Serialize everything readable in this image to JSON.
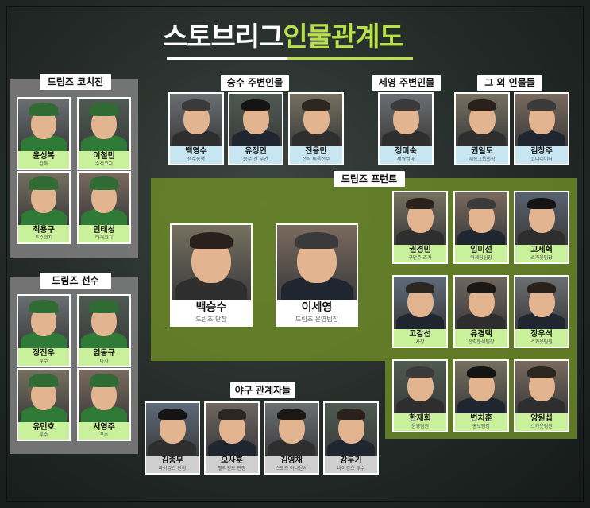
{
  "title": {
    "part1": "스토브리그",
    "part2": "인물관계도"
  },
  "colors": {
    "panel_grey": "#808080",
    "panel_green": "#6e8c28",
    "label_green": "#c9f09a",
    "label_blue": "#c7e6f2",
    "label_grey": "#cfcfcf",
    "accent": "#b8e04a"
  },
  "groups": {
    "coaches": {
      "header": "드림즈 코치진",
      "members": [
        {
          "name": "윤성복",
          "role": "감독"
        },
        {
          "name": "이철민",
          "role": "수석코치"
        },
        {
          "name": "최용구",
          "role": "투수코치"
        },
        {
          "name": "민태성",
          "role": "타격코치"
        }
      ]
    },
    "players": {
      "header": "드림즈 선수",
      "members": [
        {
          "name": "장진우",
          "role": "투수"
        },
        {
          "name": "임동규",
          "role": "타자"
        },
        {
          "name": "유민호",
          "role": "투수"
        },
        {
          "name": "서영주",
          "role": "포수"
        }
      ]
    },
    "seungsu": {
      "header": "승수 주변인물",
      "members": [
        {
          "name": "백영수",
          "role": "승수동생"
        },
        {
          "name": "유정인",
          "role": "승수 전 부인"
        },
        {
          "name": "진용만",
          "role": "전직 씨름선수"
        }
      ]
    },
    "seyoung": {
      "header": "세영 주변인물",
      "members": [
        {
          "name": "정미숙",
          "role": "세영엄마"
        }
      ]
    },
    "others": {
      "header": "그 외 인물들",
      "members": [
        {
          "name": "권일도",
          "role": "재송그룹회장"
        },
        {
          "name": "김창주",
          "role": "코디네이터"
        }
      ]
    },
    "front": {
      "header": "드림즈 프런트",
      "leads": [
        {
          "name": "백승수",
          "role": "드림즈 단장"
        },
        {
          "name": "이세영",
          "role": "드림즈 운영팀장"
        }
      ],
      "members": [
        {
          "name": "권경민",
          "role": "구단주 조카"
        },
        {
          "name": "임미선",
          "role": "마케팅팀장"
        },
        {
          "name": "고세혁",
          "role": "스카웃팀장"
        },
        {
          "name": "고강선",
          "role": "사장"
        },
        {
          "name": "유경택",
          "role": "전력분석팀장"
        },
        {
          "name": "장우석",
          "role": "스카웃팀원"
        },
        {
          "name": "한재희",
          "role": "운영팀원"
        },
        {
          "name": "변치훈",
          "role": "홍보팀장"
        },
        {
          "name": "양원섭",
          "role": "스카웃팀원"
        }
      ]
    },
    "baseball": {
      "header": "야구 관계자들",
      "members": [
        {
          "name": "김종무",
          "role": "바이킹스 단장"
        },
        {
          "name": "오사훈",
          "role": "펠리컨즈 단장"
        },
        {
          "name": "김영채",
          "role": "스포츠 아나운서"
        },
        {
          "name": "강두기",
          "role": "바이킹스 투수"
        }
      ]
    }
  }
}
